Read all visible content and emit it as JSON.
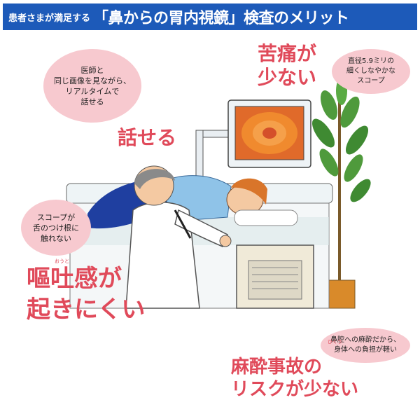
{
  "banner": {
    "prefix": "患者さまが満足する",
    "title": "「鼻からの胃内視鏡」検査のメリット",
    "background": "#1d5ab9"
  },
  "bubbles": {
    "doctor_talk": "医師と\n同じ画像を見ながら、\nリアルタイムで\n話せる",
    "thin_scope": "直径5.9ミリの\n細くしなやかな\nスコープ",
    "tongue": "スコープが\n舌のつけ根に\n触れない",
    "anesthesia": "鼻腔への麻酔だから、\n身体への負担が軽い"
  },
  "headlines": {
    "talk": "話せる",
    "pain": "苦痛が\n少ない",
    "nausea": "嘔吐感が\n起きにくい",
    "accident": "麻酔事故の\nリスクが少ない"
  },
  "ruby": {
    "nausea": "おうと",
    "nasal": "びくう"
  },
  "colors": {
    "accent": "#e04a5a",
    "bubble": "#f7c9cf",
    "monitor_glow": "#f08a2e"
  }
}
